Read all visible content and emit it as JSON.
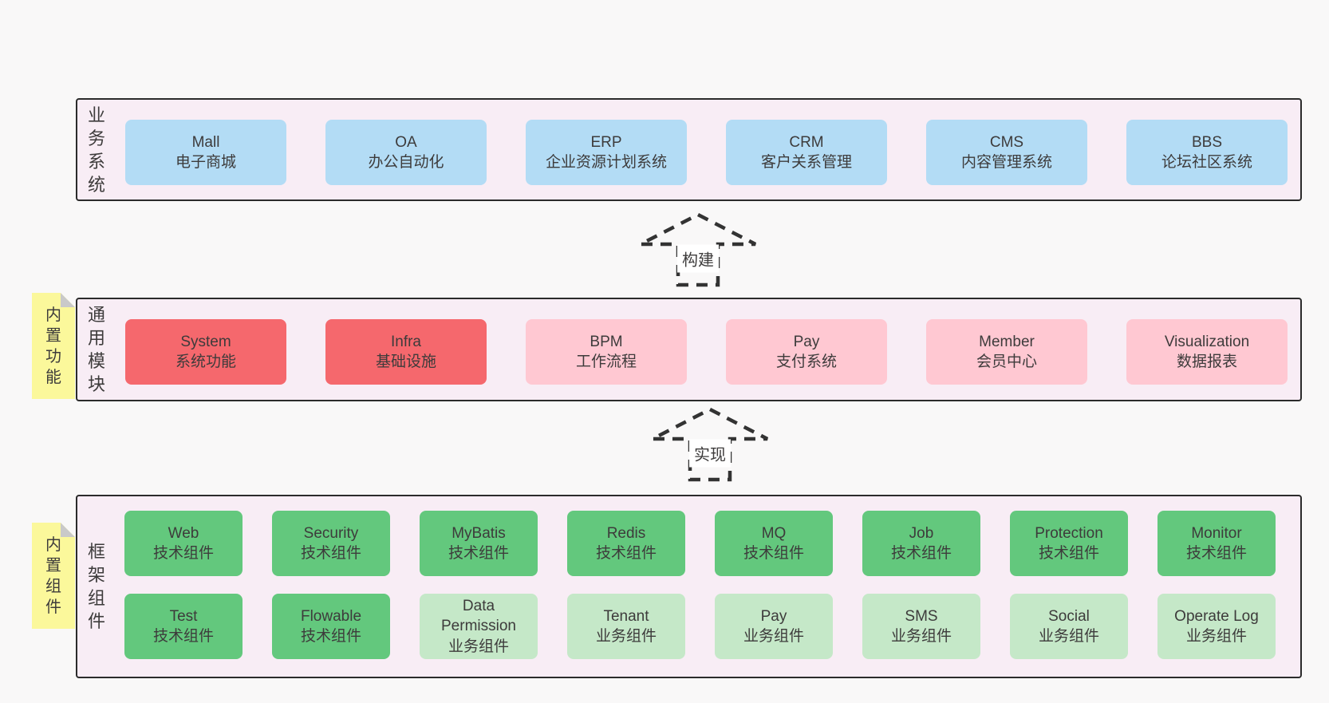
{
  "colors": {
    "page_bg": "#f9f8f8",
    "layer_bg": "#f8edf5",
    "layer_border": "#2b2b2b",
    "box_blue": "#b3dcf5",
    "box_red": "#f5686d",
    "box_pink": "#ffc8d2",
    "box_green": "#63c87d",
    "box_green_light": "#c5e8c8",
    "sticky_bg": "#fbf89b",
    "sticky_fold": "#c9c9c9",
    "arrow": "#333333",
    "text": "#3d3b3b"
  },
  "layers": [
    {
      "id": "business-systems",
      "label": "业务系统",
      "rows": [
        [
          {
            "title": "Mall",
            "subtitle": "电子商城",
            "variant": "blue"
          },
          {
            "title": "OA",
            "subtitle": "办公自动化",
            "variant": "blue"
          },
          {
            "title": "ERP",
            "subtitle": "企业资源计划系统",
            "variant": "blue"
          },
          {
            "title": "CRM",
            "subtitle": "客户关系管理",
            "variant": "blue"
          },
          {
            "title": "CMS",
            "subtitle": "内容管理系统",
            "variant": "blue"
          },
          {
            "title": "BBS",
            "subtitle": "论坛社区系统",
            "variant": "blue"
          }
        ]
      ]
    },
    {
      "id": "common-modules",
      "label": "通用模块",
      "sticky": "内置功能",
      "rows": [
        [
          {
            "title": "System",
            "subtitle": "系统功能",
            "variant": "red"
          },
          {
            "title": "Infra",
            "subtitle": "基础设施",
            "variant": "red"
          },
          {
            "title": "BPM",
            "subtitle": "工作流程",
            "variant": "pink"
          },
          {
            "title": "Pay",
            "subtitle": "支付系统",
            "variant": "pink"
          },
          {
            "title": "Member",
            "subtitle": "会员中心",
            "variant": "pink"
          },
          {
            "title": "Visualization",
            "subtitle": "数据报表",
            "variant": "pink"
          }
        ]
      ]
    },
    {
      "id": "framework-components",
      "label": "框架组件",
      "sticky": "内置组件",
      "rows": [
        [
          {
            "title": "Web",
            "subtitle": "技术组件",
            "variant": "green"
          },
          {
            "title": "Security",
            "subtitle": "技术组件",
            "variant": "green"
          },
          {
            "title": "MyBatis",
            "subtitle": "技术组件",
            "variant": "green"
          },
          {
            "title": "Redis",
            "subtitle": "技术组件",
            "variant": "green"
          },
          {
            "title": "MQ",
            "subtitle": "技术组件",
            "variant": "green"
          },
          {
            "title": "Job",
            "subtitle": "技术组件",
            "variant": "green"
          },
          {
            "title": "Protection",
            "subtitle": "技术组件",
            "variant": "green"
          },
          {
            "title": "Monitor",
            "subtitle": "技术组件",
            "variant": "green"
          }
        ],
        [
          {
            "title": "Test",
            "subtitle": "技术组件",
            "variant": "green"
          },
          {
            "title": "Flowable",
            "subtitle": "技术组件",
            "variant": "green"
          },
          {
            "title": "Data Permission",
            "subtitle": "业务组件",
            "variant": "green_light"
          },
          {
            "title": "Tenant",
            "subtitle": "业务组件",
            "variant": "green_light"
          },
          {
            "title": "Pay",
            "subtitle": "业务组件",
            "variant": "green_light"
          },
          {
            "title": "SMS",
            "subtitle": "业务组件",
            "variant": "green_light"
          },
          {
            "title": "Social",
            "subtitle": "业务组件",
            "variant": "green_light"
          },
          {
            "title": "Operate Log",
            "subtitle": "业务组件",
            "variant": "green_light"
          }
        ]
      ]
    }
  ],
  "arrows": [
    {
      "label": "构建"
    },
    {
      "label": "实现"
    }
  ]
}
